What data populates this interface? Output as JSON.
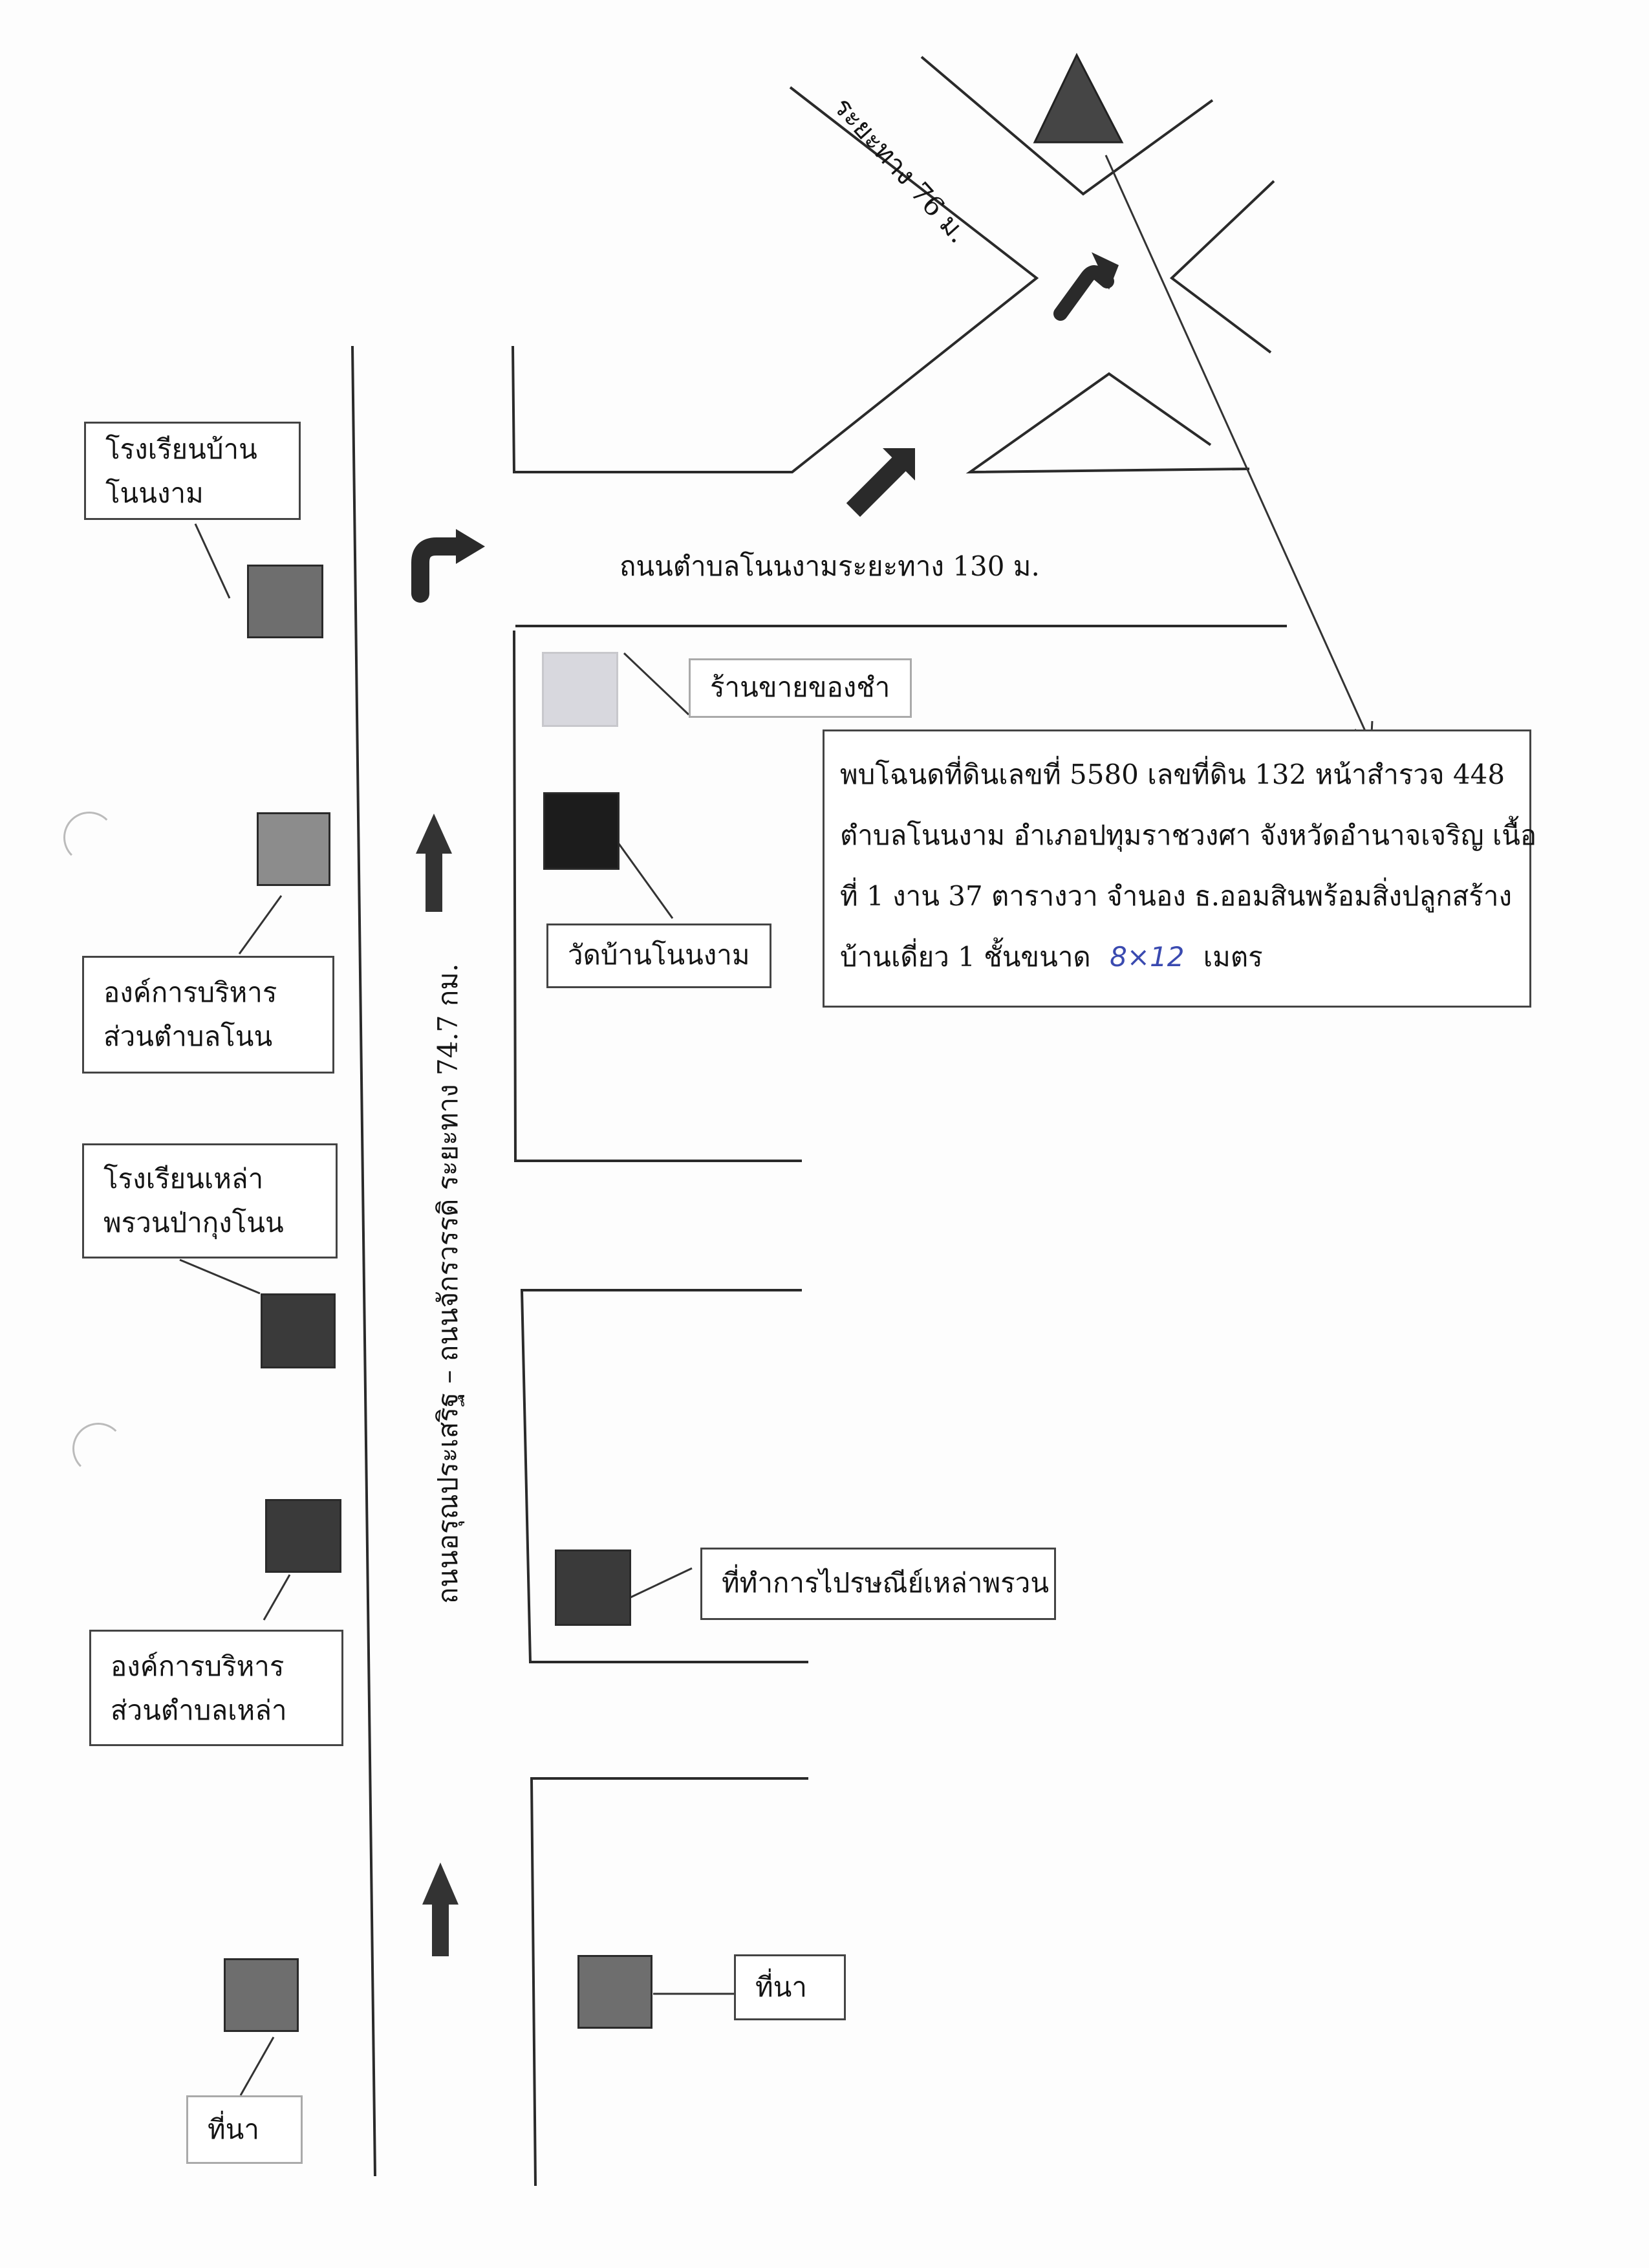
{
  "roads": {
    "main_road": "ถนนอรุณประเสริฐ – ถนนจักรวรรดิ ระยะทาง 74.7 กม.",
    "tambon_road": "ถนนตำบลโนนงามระยะทาง 130 ม.",
    "last_leg": "ระยะทาง 76 ม."
  },
  "landmarks": {
    "school_nonngam": [
      "โรงเรียนบ้าน",
      "โนนงาม"
    ],
    "sao_non": [
      "องค์การบริหาร",
      "ส่วนตำบลโนน"
    ],
    "school_laophruan": [
      "โรงเรียนเหล่า",
      "พรวนป่ากุงโนน"
    ],
    "sao_lao": [
      "องค์การบริหาร",
      "ส่วนตำบลเหล่า"
    ],
    "field_left": "ที่นา",
    "grocery": "ร้านขายของชำ",
    "temple": "วัดบ้านโนนงาม",
    "post_office": "ที่ทำการไปรษณีย์เหล่าพรวน",
    "field_right": "ที่นา"
  },
  "deed": {
    "line1": "พบโฉนดที่ดินเลขที่ 5580 เลขที่ดิน 132 หน้าสำรวจ 448",
    "line2": "ตำบลโนนงาม อำเภอปทุมราชวงศา จังหวัดอำนาจเจริญ เนื้อ",
    "line3": "ที่ 1 งาน 37 ตารางวา จำนอง ธ.ออมสินพร้อมสิ่งปลูกสร้าง",
    "line4_prefix": "บ้านเดี่ยว 1 ชั้นขนาด",
    "line4_handwritten": "8×12",
    "line4_suffix": "เมตร"
  },
  "icons": {
    "target_marker": "triangle-marker-icon",
    "turn_right": "turn-right-arrow-icon",
    "straight": "up-arrow-icon",
    "diagonal": "diagonal-arrow-icon"
  },
  "colors": {
    "building_dark": "#3a3a3a",
    "building_light": "#d8d8de",
    "handwriting": "#3a4ab0"
  }
}
